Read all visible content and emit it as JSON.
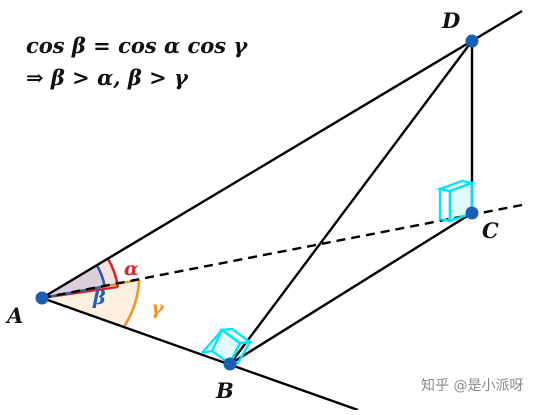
{
  "formula": {
    "line1": "cos β = cos α cos γ",
    "line2": "⇒ β > α, β > γ"
  },
  "points": {
    "A": "A",
    "B": "B",
    "C": "C",
    "D": "D"
  },
  "angles": {
    "alpha": "α",
    "beta": "β",
    "gamma": "γ"
  },
  "watermark": "知乎 @是小派呀",
  "colors": {
    "alpha": "#d62728",
    "beta": "#1f5fb4",
    "gamma": "#f0961e",
    "right_angle": "#00e5ff",
    "point": "#1a5fb4",
    "line": "#000000"
  }
}
